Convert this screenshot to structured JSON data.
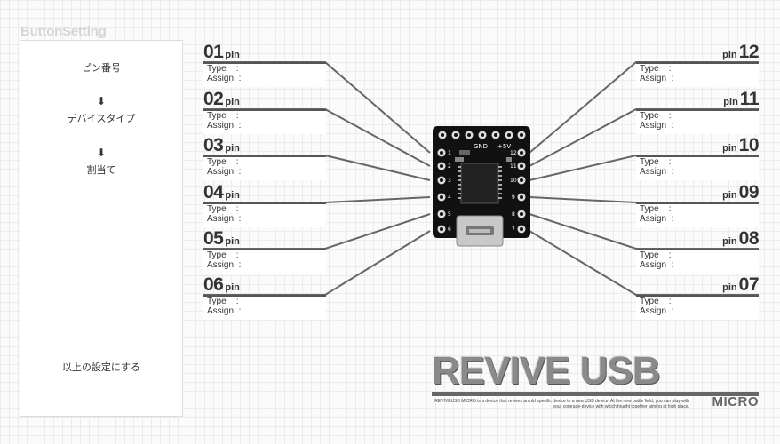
{
  "section_title": "ButtonSetting",
  "steps": {
    "step1": "ピン番号",
    "step2": "デバイスタイプ",
    "step3": "割当て",
    "arrow": "⬇",
    "final": "以上の設定にする"
  },
  "field_labels": {
    "type": "Type    :",
    "assign": "Assign  :"
  },
  "pin_word": "pin",
  "pins_left": [
    "01",
    "02",
    "03",
    "04",
    "05",
    "06"
  ],
  "pins_right": [
    "12",
    "11",
    "10",
    "09",
    "08",
    "07"
  ],
  "board": {
    "gnd_label": "GND",
    "plus5v_label": "+5V",
    "left_numbers": [
      "1",
      "2",
      "3",
      "4",
      "5",
      "6"
    ],
    "right_numbers": [
      "12",
      "11",
      "10",
      "9",
      "8",
      "7"
    ]
  },
  "logo": {
    "title": "REVIVE USB",
    "subtitle": "MICRO",
    "description": "REVIVEUSB MICRO is a device that revives an old specific device to a new USB device. At the new battle field, you can play with your comrade-device with which fought together aiming at high place."
  },
  "colors": {
    "board": "#111111",
    "wire": "#666666",
    "panel_border": "#dcdcdc"
  }
}
